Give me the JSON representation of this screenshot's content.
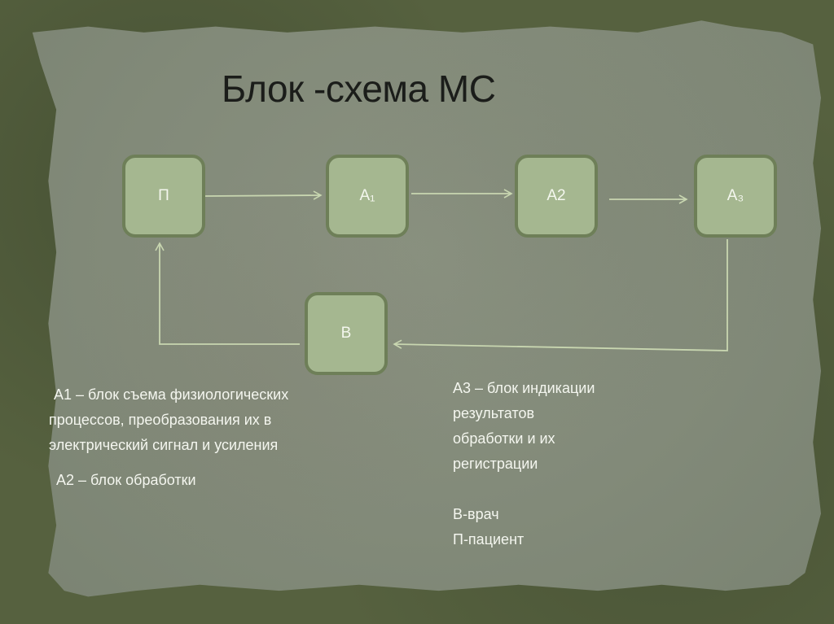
{
  "slide": {
    "title": "Блок -схема МС",
    "colors": {
      "frame": "#56613f",
      "paper": "#858c7c",
      "box_fill": "#a5b790",
      "box_border": "#6e7f58",
      "arrow": "#c8d6b0",
      "title_text": "#1b1d1a",
      "body_text": "#f4f6ef"
    }
  },
  "diagram": {
    "nodes": [
      {
        "id": "P",
        "label": "П"
      },
      {
        "id": "A1",
        "label": "A₁"
      },
      {
        "id": "A2",
        "label": "A2"
      },
      {
        "id": "A3",
        "label": "A₃"
      },
      {
        "id": "B",
        "label": "В"
      }
    ],
    "edges": [
      {
        "from": "P",
        "to": "A1"
      },
      {
        "from": "A1",
        "to": "A2"
      },
      {
        "from": "A2",
        "to": "A3"
      },
      {
        "from": "A3",
        "to": "B"
      },
      {
        "from": "B",
        "to": "P"
      }
    ]
  },
  "legend_left": {
    "a1_lines": [
      "А1 – блок съема физиологических",
      "процессов, преобразования их в",
      "электрический сигнал и усиления"
    ],
    "a2": "А2 – блок обработки"
  },
  "legend_right": {
    "a3_lines": [
      "А3 – блок индикации",
      "результатов",
      "обработки и их",
      "регистрации"
    ],
    "b": "В-врач",
    "p": "П-пациент"
  }
}
